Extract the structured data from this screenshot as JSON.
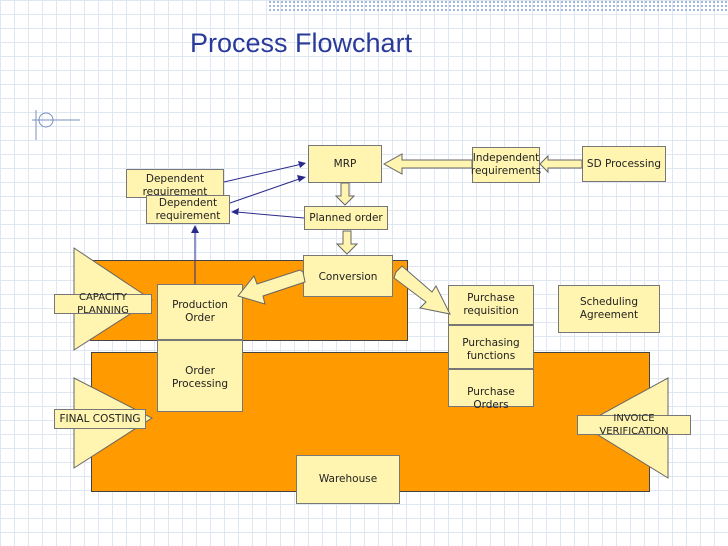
{
  "title": "Process Flowchart",
  "nodes": {
    "mrp": "MRP",
    "independent_requirements": "Independent\nrequirements",
    "sd_processing": "SD Processing",
    "dependent_requirement_back": "Dependent\nrequirement",
    "dependent_requirement_front": "Dependent\nrequirement",
    "planned_order": "Planned order",
    "conversion": "Conversion",
    "capacity_planning": "CAPACITY PLANNING",
    "production_order": "Production Order",
    "order_processing": "Order Processing",
    "purchase_requisition": "Purchase\nrequisition",
    "scheduling_agreement": "Scheduling\nAgreement",
    "purchasing_functions": "Purchasing\nfunctions",
    "purchase_orders": "Purchase Orders",
    "final_costing": "FINAL COSTING",
    "invoice_verification": "INVOICE VERIFICATION",
    "warehouse": "Warehouse"
  },
  "colors": {
    "title": "#2a3a9a",
    "box_fill": "#fff4b0",
    "area_fill": "#ff9a00",
    "arrow_fill": "#fff4b0",
    "connector": "#2a2a8a"
  }
}
